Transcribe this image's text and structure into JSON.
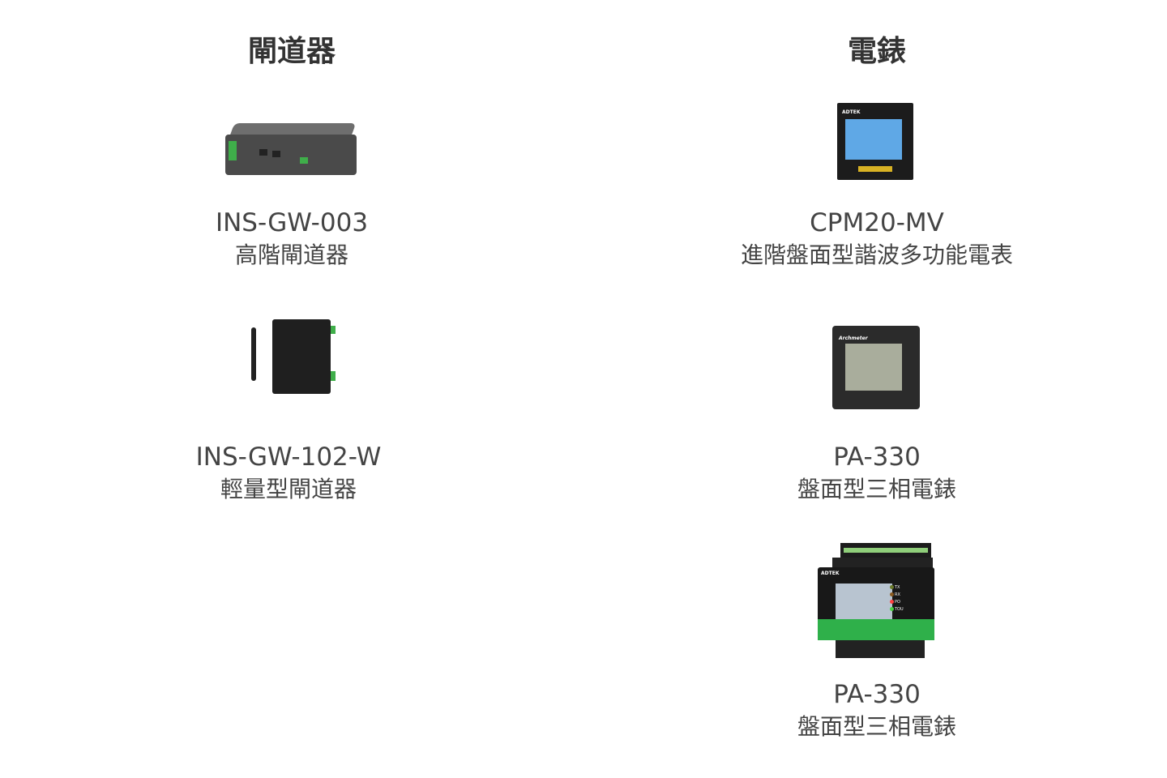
{
  "columns": [
    {
      "heading": "閘道器",
      "products": [
        {
          "model": "INS-GW-003",
          "description": "高階閘道器",
          "image": "gateway-box-image"
        },
        {
          "model": "INS-GW-102-W",
          "description": "輕量型閘道器",
          "image": "wireless-gateway-image"
        }
      ]
    },
    {
      "heading": "電錶",
      "products": [
        {
          "model": "CPM20-MV",
          "description": "進階盤面型諧波多功能電表",
          "image": "panel-meter-image",
          "brand": "ADTEK"
        },
        {
          "model": "PA-330",
          "description": "盤面型三相電錶",
          "image": "panel-meter-lcd-image",
          "brand": "Archmeter"
        },
        {
          "model": "PA-330",
          "description": "盤面型三相電錶",
          "image": "din-rail-meter-image",
          "brand": "ADTEK",
          "leds": [
            "TX",
            "RX",
            "PO",
            "TOU"
          ]
        }
      ]
    }
  ]
}
